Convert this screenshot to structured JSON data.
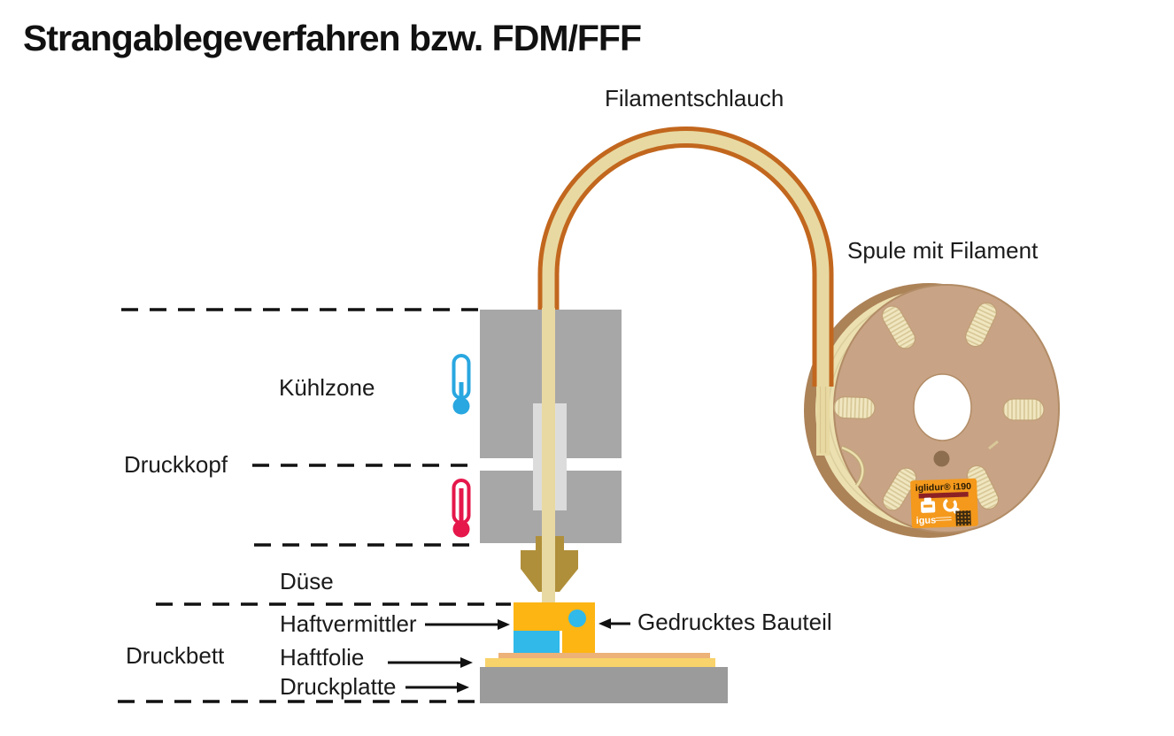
{
  "title": "Strangablegeverfahren bzw. FDM/FFF",
  "annotations": {
    "filamentschlauch": "Filamentschlauch",
    "spule": "Spule mit Filament",
    "kuehlzone": "Kühlzone",
    "druckkopf": "Druckkopf",
    "duese": "Düse",
    "haftvermittler": "Haftvermittler",
    "druckbett": "Druckbett",
    "haftfolie": "Haftfolie",
    "druckplatte": "Druckplatte",
    "gedrucktes_bauteil": "Gedrucktes Bauteil"
  },
  "spool_label": {
    "product": "iglidur® i190",
    "brand": "igus"
  },
  "icons": [
    "cold-thermometer-icon",
    "hot-thermometer-icon",
    "printer-icon",
    "recycle-icon",
    "qr-code-icon"
  ],
  "colors": {
    "tube_outline": "#c2671e",
    "filament": "#e8d9a2",
    "coil_cream": "#ece0b0",
    "cardboard": "#c8a385",
    "cardboard_dark": "#ac8257",
    "slot_cream": "#f0e6c0",
    "label_orange": "#f4991c",
    "label_band": "#8c2125",
    "block_gray": "#a7a7a8",
    "plate_gray": "#9b9b9b",
    "sleeve_gray": "#dcdcdc",
    "nozzle_gold": "#b08f3a",
    "part_amber": "#fcb513",
    "part_cyan": "#30b9e9",
    "adhesive_strip": "#ecb278",
    "foil_yellow": "#f8d36b",
    "thermometer_cold": "#29a7e0",
    "thermometer_hot": "#e5174b",
    "line_black": "#111111"
  }
}
